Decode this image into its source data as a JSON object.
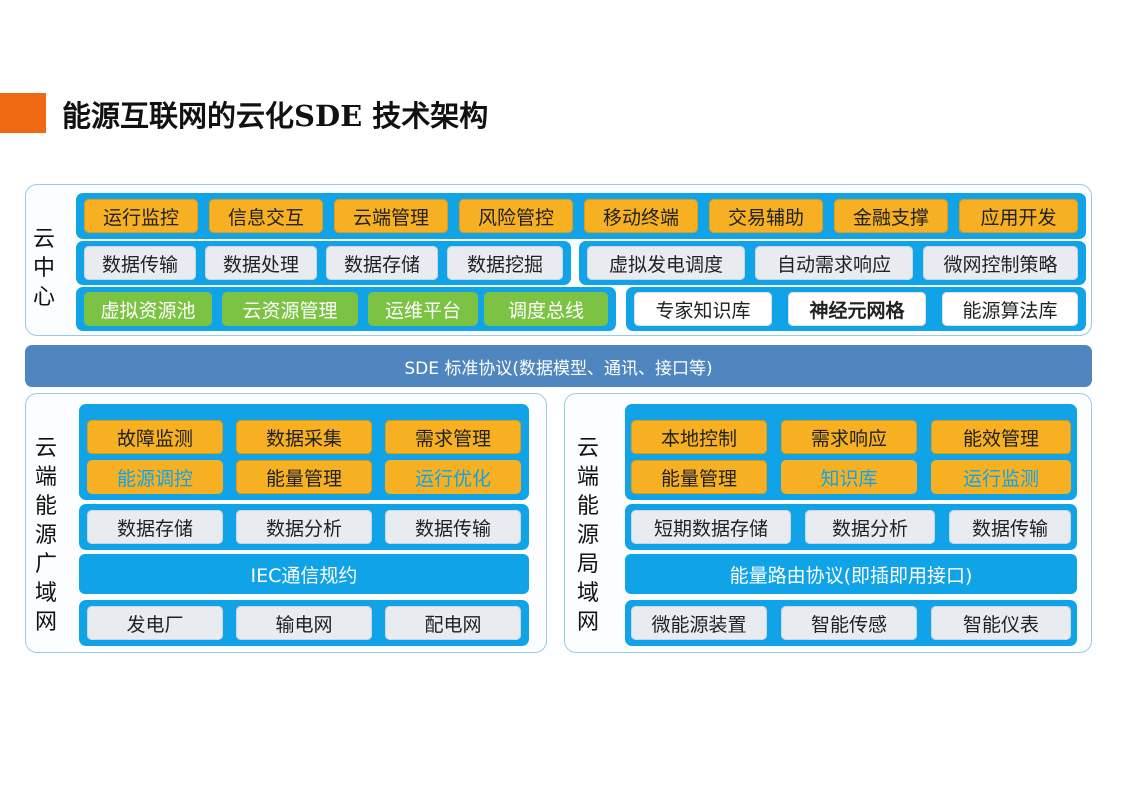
{
  "title": "能源互联网的云化SDE 技术架构",
  "colors": {
    "accent": "#ee6a12",
    "primary_blue": "#10a3e8",
    "protocol_band": "#4f86bf",
    "orange": "#f6b022",
    "green": "#7cc243"
  },
  "cloud_center": {
    "label": [
      "云",
      "中",
      "心"
    ],
    "row1": [
      "运行监控",
      "信息交互",
      "云端管理",
      "风险管控",
      "移动终端",
      "交易辅助",
      "金融支撑",
      "应用开发"
    ],
    "row2_left": [
      "数据传输",
      "数据处理",
      "数据存储",
      "数据挖掘"
    ],
    "row2_right": [
      "虚拟发电调度",
      "自动需求响应",
      "微网控制策略"
    ],
    "row3_left": [
      "虚拟资源池",
      "云资源管理",
      "运维平台",
      "调度总线"
    ],
    "row3_right": [
      "专家知识库",
      "神经元网格",
      "能源算法库"
    ]
  },
  "protocol": "SDE 标准协议(数据模型、通讯、接口等)",
  "wide_area": {
    "label": [
      "云",
      "端",
      "能",
      "源",
      "广",
      "域",
      "网"
    ],
    "apps": [
      "故障监测",
      "数据采集",
      "需求管理",
      "能源调控",
      "能量管理",
      "运行优化"
    ],
    "data": [
      "数据存储",
      "数据分析",
      "数据传输"
    ],
    "comm": "IEC通信规约",
    "grid": [
      "发电厂",
      "输电网",
      "配电网"
    ]
  },
  "local_area": {
    "label": [
      "云",
      "端",
      "能",
      "源",
      "局",
      "域",
      "网"
    ],
    "apps": [
      "本地控制",
      "需求响应",
      "能效管理",
      "能量管理",
      "知识库",
      "运行监测"
    ],
    "data": [
      "短期数据存储",
      "数据分析",
      "数据传输"
    ],
    "comm": "能量路由协议(即插即用接口)",
    "devices": [
      "微能源装置",
      "智能传感",
      "智能仪表"
    ]
  }
}
